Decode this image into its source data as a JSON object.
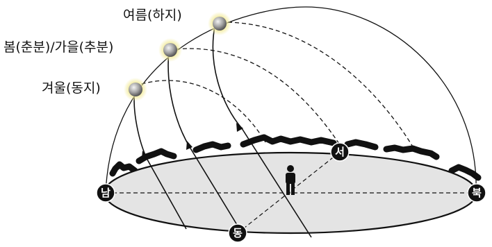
{
  "labels": {
    "summer": "여름(하지)",
    "equinox": "봄(춘분)/가을(추분)",
    "winter": "겨울(동지)"
  },
  "directions": {
    "south": "남",
    "north": "북",
    "east": "동",
    "west": "서"
  },
  "colors": {
    "ground": "#e4e4e4",
    "horizon": "#111111",
    "sun": "#8a8a8a",
    "glow": "#f2ea9a",
    "marker": "#111111"
  }
}
